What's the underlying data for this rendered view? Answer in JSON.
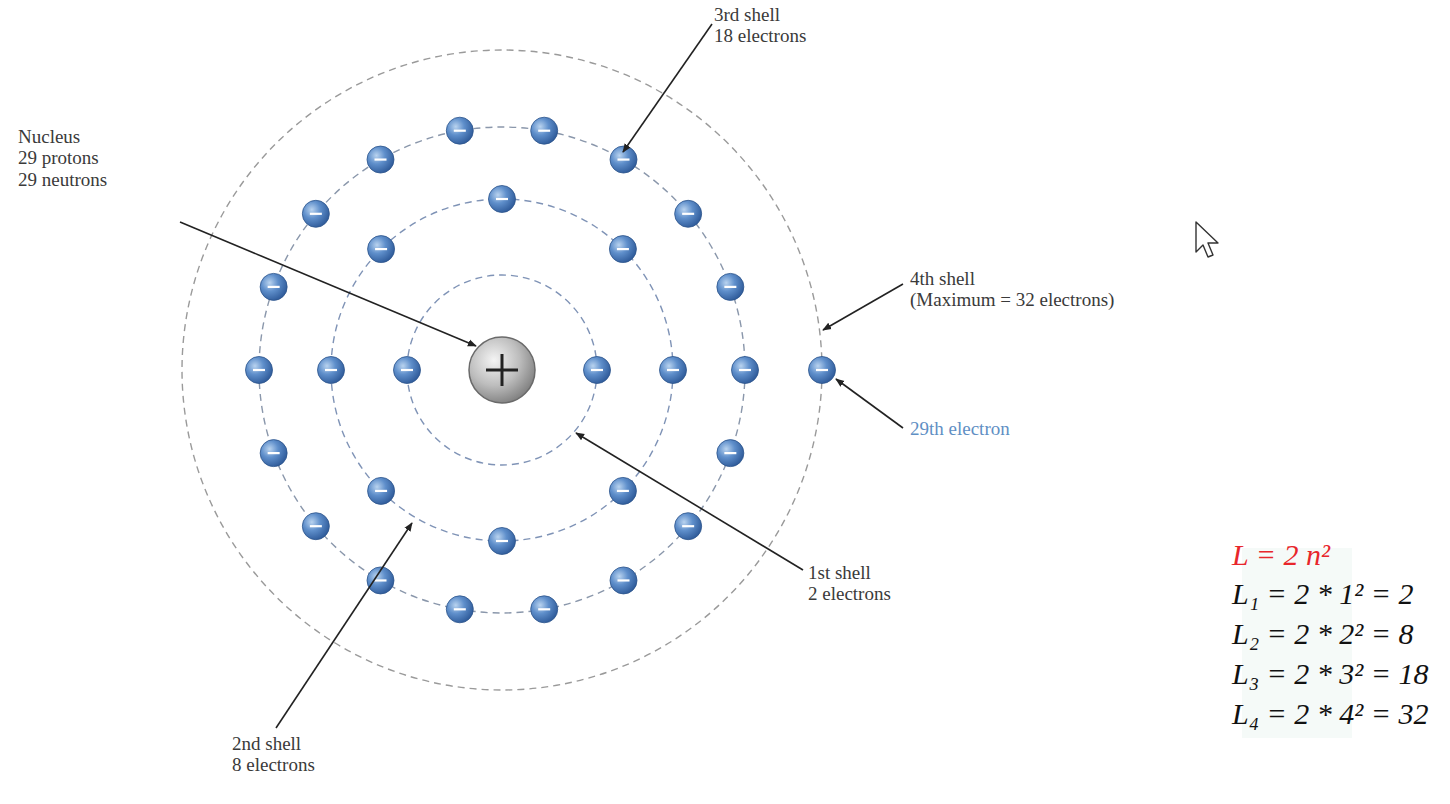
{
  "diagram": {
    "labels": [
      "3rd shell 18 electrons",
      "Nucleus 29 protons 29 neutrons",
      "4th shell (Maximum = 32 electrons)",
      "29th electron",
      "1st shell 2 electrons",
      "2nd shell 8 electrons",
      "L = 2 n²",
      "L₁ = 2 * 1² = 2",
      "L₂ = 2 * 2² = 8",
      "L₃ = 2 * 3² = 18",
      "L₄ = 2 * 4² = 32"
    ]
  }
}
